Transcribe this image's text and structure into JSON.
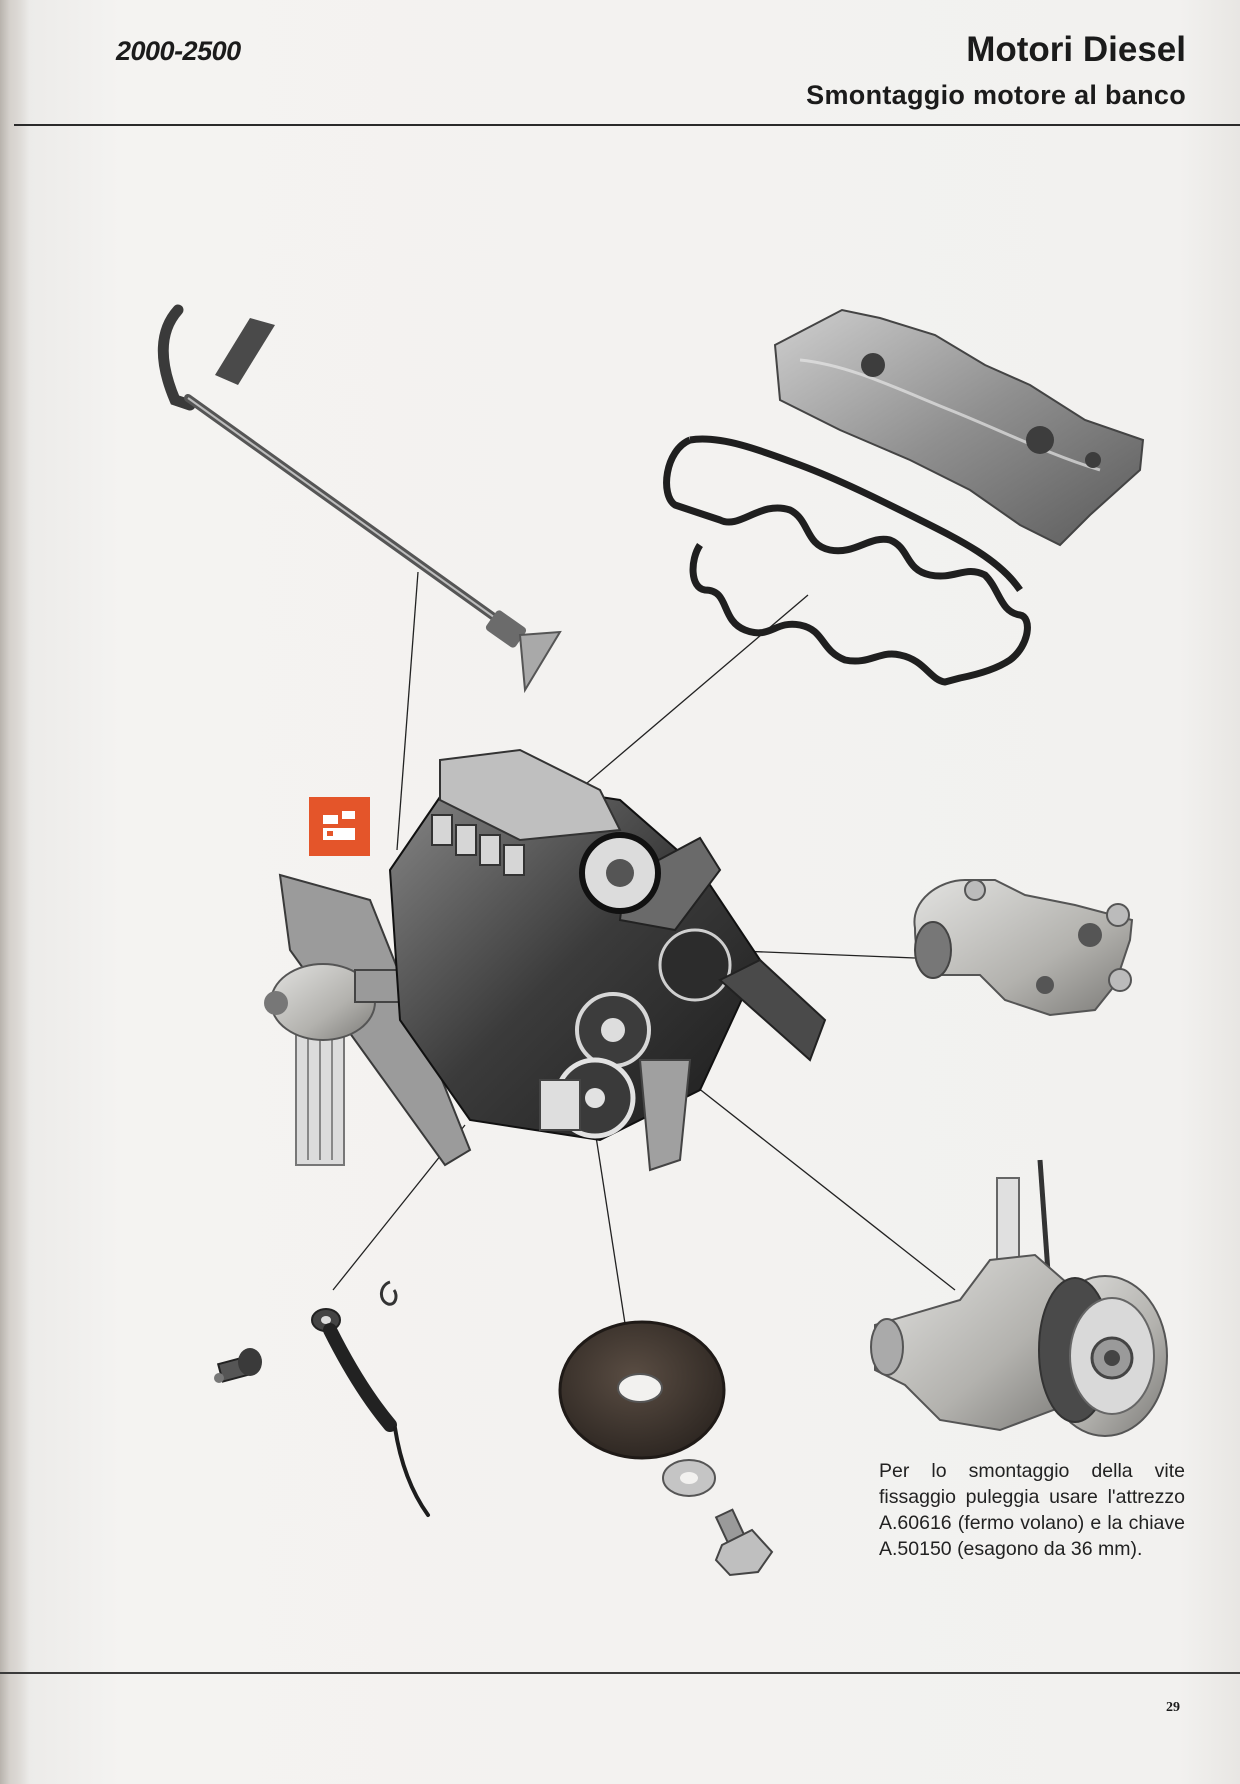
{
  "header": {
    "model": "2000-2500",
    "title": "Motori Diesel",
    "subtitle": "Smontaggio motore al banco"
  },
  "caption": "Per lo smontaggio della vite fissaggio puleggia usare l'attrezzo A.60616 (fermo volano) e la chiave A.50150 (esagono da 36 mm).",
  "page_number": "29",
  "colors": {
    "badge": "#e4552a",
    "ink": "#1b1b1b",
    "paper": "#f2f1ef"
  },
  "figure": {
    "components": [
      "oil-dipstick-tube-icon",
      "valve-cover-icon",
      "valve-cover-gasket-icon",
      "engine-on-stand-icon",
      "thermostat-housing-icon",
      "water-pump-icon",
      "crankshaft-pulley-icon",
      "sensor-cable-icon",
      "bolt-icon",
      "washer-icon"
    ]
  }
}
